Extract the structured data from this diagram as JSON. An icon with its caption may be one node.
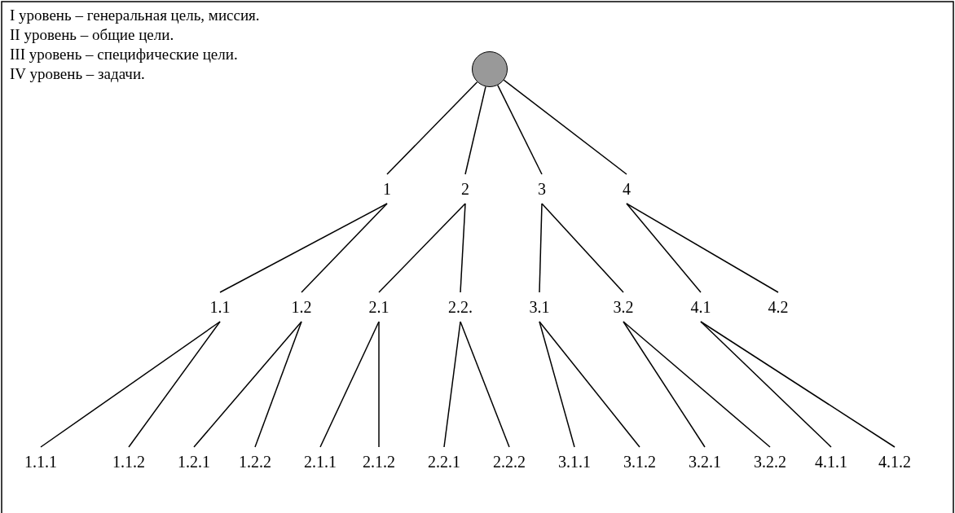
{
  "diagram": {
    "nodes": [
      {
        "text": [],
        "shape": "circle"
      },
      {
        "text": [
          "1"
        ]
      },
      {
        "text": [
          "2"
        ]
      },
      {
        "text": [
          "3"
        ]
      },
      {
        "text": [
          "4"
        ]
      },
      {
        "text": [
          "1.1"
        ]
      },
      {
        "text": [
          "1.2"
        ]
      },
      {
        "text": [
          "2.1"
        ]
      },
      {
        "text": [
          "2.2."
        ]
      },
      {
        "text": [
          "3.1"
        ]
      },
      {
        "text": [
          "3.2"
        ]
      },
      {
        "text": [
          "4.1"
        ]
      },
      {
        "text": [
          "4.2"
        ]
      },
      {
        "text": [
          "1.1.1"
        ]
      },
      {
        "text": [
          "1.1.2"
        ]
      },
      {
        "text": [
          "1.2.1"
        ]
      },
      {
        "text": [
          "1.2.2"
        ]
      },
      {
        "text": [
          "2.1.1"
        ]
      },
      {
        "text": [
          "2.1.2"
        ]
      },
      {
        "text": [
          "2.2.1"
        ]
      },
      {
        "text": [
          "2.2.2"
        ]
      },
      {
        "text": [
          "3.1.1"
        ]
      },
      {
        "text": [
          "3.1.2"
        ]
      },
      {
        "text": [
          "3.2.1"
        ]
      },
      {
        "text": [
          "3.2.2"
        ]
      },
      {
        "text": [
          "4.1.1"
        ]
      },
      {
        "text": [
          "4.1.2"
        ]
      }
    ],
    "edges": [
      {
        "from": 0,
        "to": 1,
        "arrow": "none"
      },
      {
        "from": 0,
        "to": 2,
        "arrow": "none"
      },
      {
        "from": 0,
        "to": 3,
        "arrow": "none"
      },
      {
        "from": 0,
        "to": 4,
        "arrow": "none"
      },
      {
        "from": 1,
        "to": 5,
        "arrow": "none"
      },
      {
        "from": 1,
        "to": 6,
        "arrow": "none"
      },
      {
        "from": 2,
        "to": 7,
        "arrow": "none"
      },
      {
        "from": 2,
        "to": 8,
        "arrow": "none"
      },
      {
        "from": 3,
        "to": 9,
        "arrow": "none"
      },
      {
        "from": 3,
        "to": 10,
        "arrow": "none"
      },
      {
        "from": 4,
        "to": 11,
        "arrow": "none"
      },
      {
        "from": 4,
        "to": 12,
        "arrow": "none"
      },
      {
        "from": 5,
        "to": 13,
        "arrow": "none"
      },
      {
        "from": 5,
        "to": 14,
        "arrow": "none"
      },
      {
        "from": 6,
        "to": 15,
        "arrow": "none"
      },
      {
        "from": 6,
        "to": 16,
        "arrow": "none"
      },
      {
        "from": 7,
        "to": 17,
        "arrow": "none"
      },
      {
        "from": 7,
        "to": 18,
        "arrow": "none"
      },
      {
        "from": 8,
        "to": 19,
        "arrow": "none"
      },
      {
        "from": 8,
        "to": 20,
        "arrow": "none"
      },
      {
        "from": 9,
        "to": 21,
        "arrow": "none"
      },
      {
        "from": 9,
        "to": 22,
        "arrow": "none"
      },
      {
        "from": 10,
        "to": 23,
        "arrow": "none"
      },
      {
        "from": 10,
        "to": 24,
        "arrow": "none"
      },
      {
        "from": 11,
        "to": 25,
        "arrow": "none"
      },
      {
        "from": 11,
        "to": 26,
        "arrow": "none"
      }
    ],
    "labels": [
      "I уровень – генеральная цель, миссия.",
      "II уровень – общие цели.",
      "III уровень – специфические цели.",
      "IV уровень – задачи."
    ]
  }
}
